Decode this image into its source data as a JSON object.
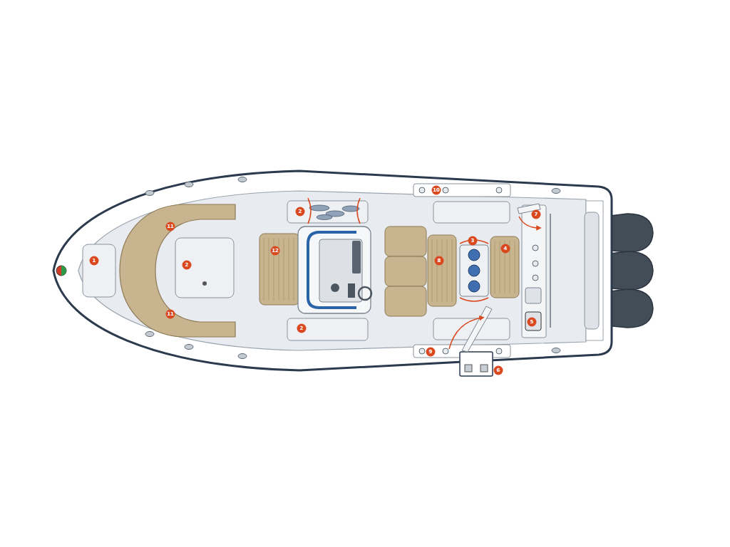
{
  "diagram": {
    "labels": [
      "1",
      "2",
      "2",
      "2",
      "3",
      "4",
      "5",
      "6",
      "7",
      "8",
      "9",
      "10",
      "11",
      "11",
      "12"
    ]
  }
}
